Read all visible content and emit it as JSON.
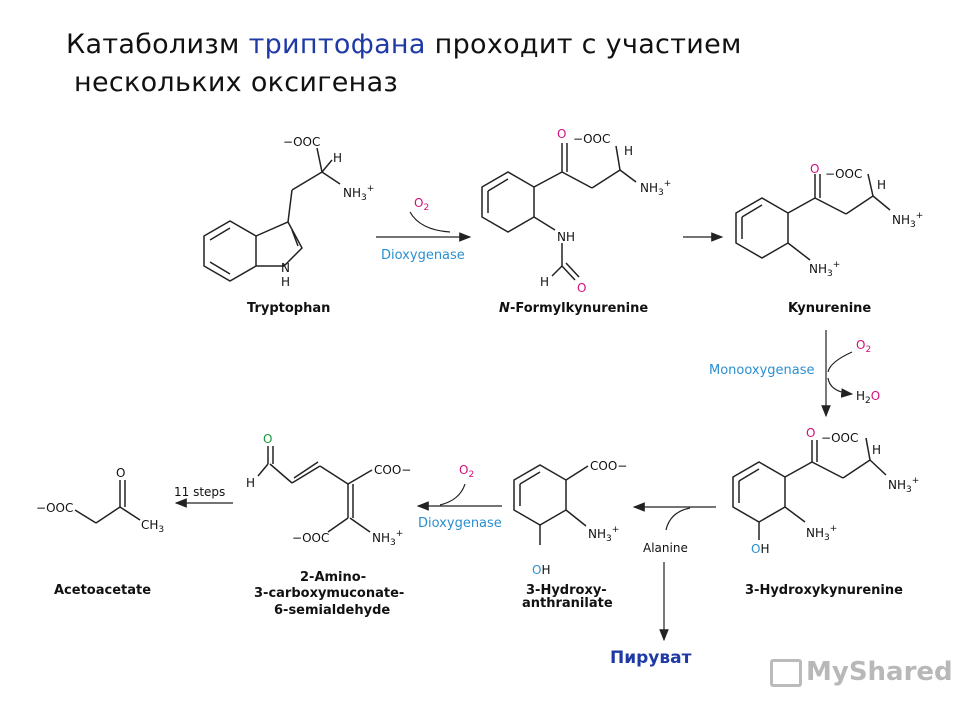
{
  "title": {
    "line1_a": "Катаболизм ",
    "line1_b": "триптофана",
    "line1_c": " проходит с участием",
    "line2": "нескольких оксигеназ",
    "highlight_color": "#1f3aa6"
  },
  "compounds": {
    "tryptophan": "Tryptophan",
    "nformylkynurenine_n": "N",
    "nformylkynurenine": "-Formylkynurenine",
    "kynurenine": "Kynurenine",
    "hydroxykynurenine": "3-Hydroxykynurenine",
    "hydroxyanthranilate_1": "3-Hydroxy-",
    "hydroxyanthranilate_2": "anthranilate",
    "amino_1": "2-Amino-",
    "amino_2": "3-carboxymuconate-",
    "amino_3": "6-semialdehyde",
    "acetoacetate": "Acetoacetate"
  },
  "enzymes": {
    "dioxygenase_1": "Dioxygenase",
    "monooxygenase": "Monooxygenase",
    "dioxygenase_2": "Dioxygenase"
  },
  "reagents": {
    "o2": "O",
    "o2_sub": "2",
    "h2o_h": "H",
    "h2o_sub": "2",
    "h2o_o": "O",
    "alanine": "Alanine",
    "steps": "11 steps"
  },
  "atoms": {
    "ooc": "OOC",
    "coo": "COO",
    "minus": "−",
    "h": "H",
    "nh3": "NH",
    "nh3_sub": "3",
    "plus": "+",
    "nh": "NH",
    "n": "N",
    "o": "O",
    "oh_o": "O",
    "oh_h": "H",
    "ch3": "CH",
    "ch3_sub": "3"
  },
  "colors": {
    "enzyme_blue": "#2a8fd0",
    "oxygen_pink": "#d40f7d",
    "aldehyde_green": "#1a9a3c"
  },
  "pyruvate": "Пируват",
  "watermark": "MyShared"
}
